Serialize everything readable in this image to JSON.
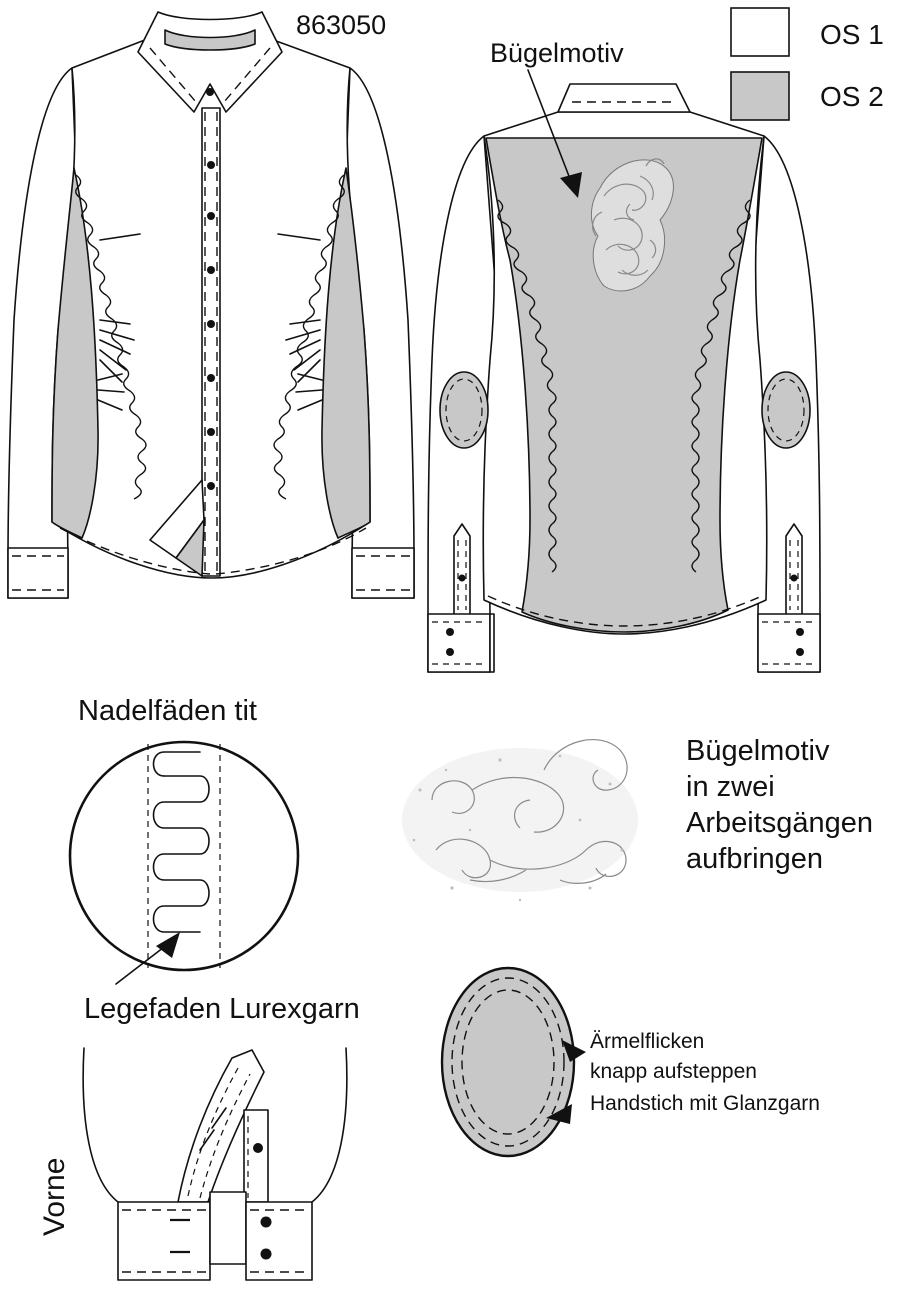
{
  "article_number": "863050",
  "legend": {
    "items": [
      {
        "label": "OS 1",
        "color": "#ffffff"
      },
      {
        "label": "OS 2",
        "color": "#c8c8c8"
      }
    ]
  },
  "annotations": {
    "iron_on_motif_back": "Bügelmotiv",
    "needle_threads": "Nadelfäden tit",
    "laying_thread": "Legefaden Lurexgarn",
    "motif_instruction": [
      "Bügelmotiv",
      "in zwei",
      "Arbeitsgängen",
      "aufbringen"
    ],
    "elbow_patch_instruction": [
      "Ärmelflicken",
      "knapp aufsteppen",
      "Handstich mit Glanzgarn"
    ],
    "front_detail": "Vorne"
  },
  "icons": [
    "front-view-shirt-drawing",
    "back-view-shirt-drawing",
    "stitch-detail-circle",
    "motif-sample-image",
    "elbow-patch-detail",
    "cuff-placket-detail",
    "arrow-icon"
  ]
}
